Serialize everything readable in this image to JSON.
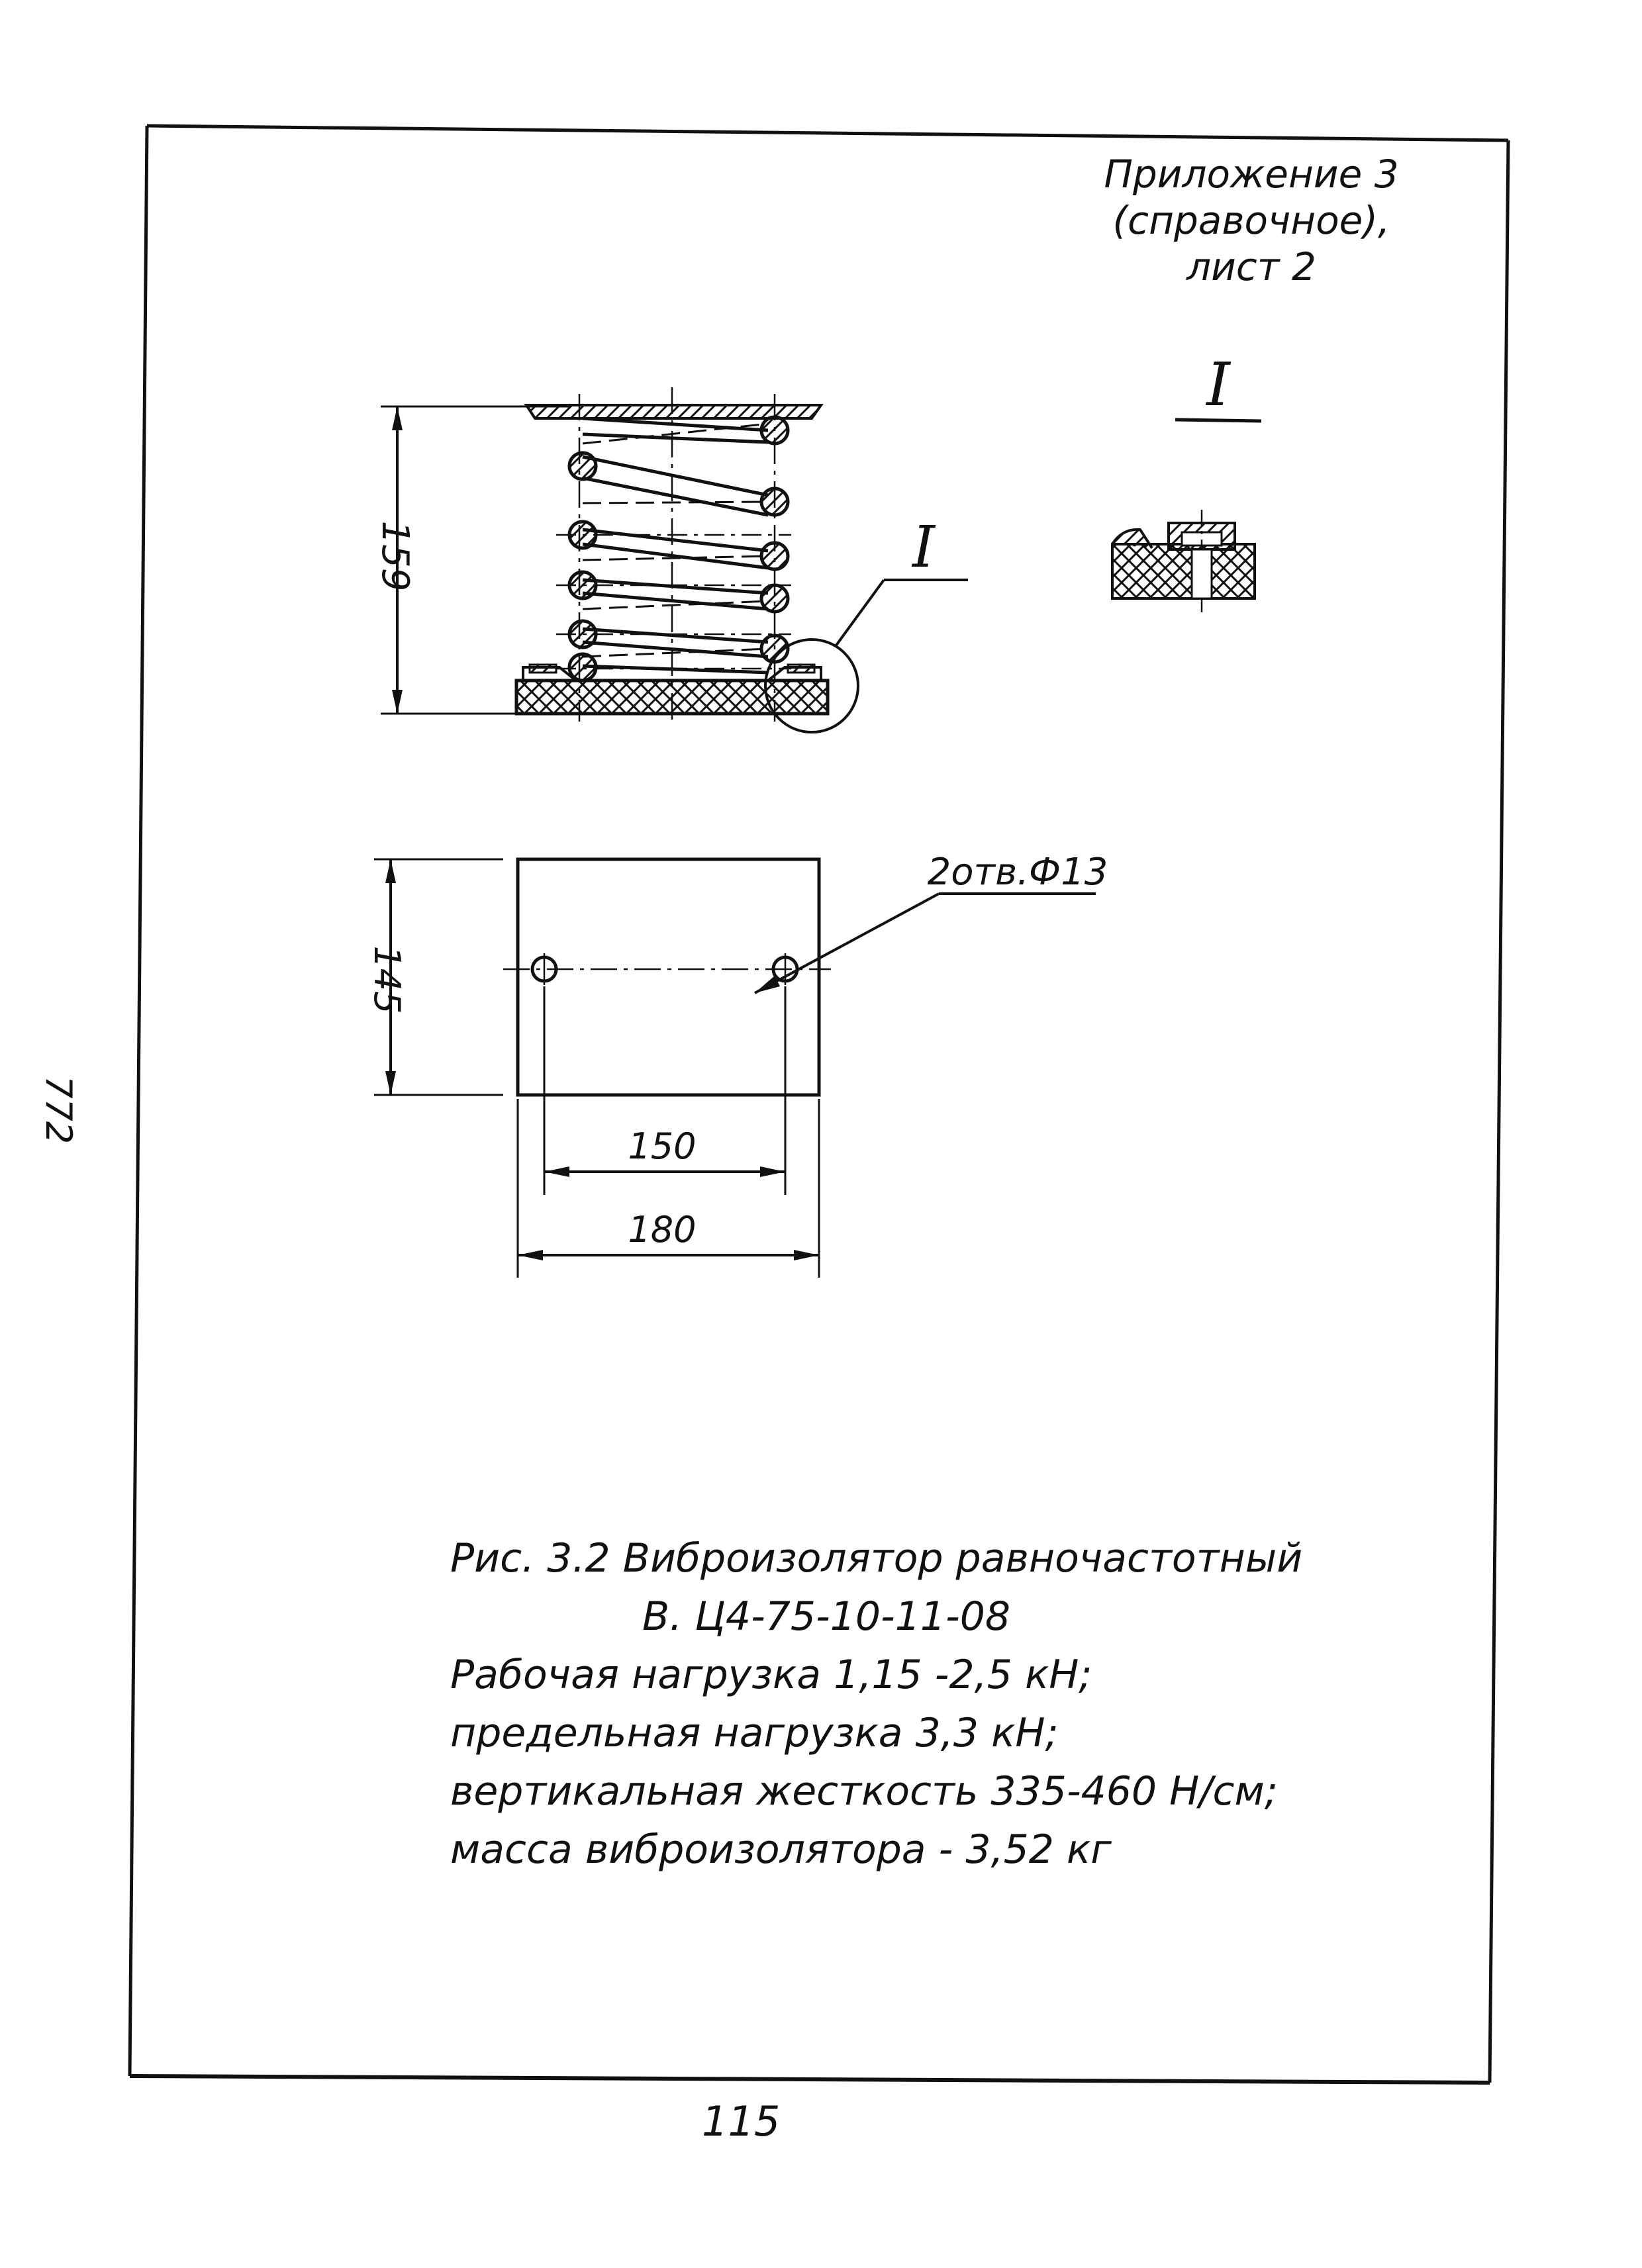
{
  "appendix": {
    "line1": "Приложение 3",
    "line2": "(справочное),",
    "line3": "лист 2"
  },
  "detail_view_label": "I",
  "callout_label": "I",
  "dimensions": {
    "height": "159",
    "plate_width": "145",
    "hole_spacing": "150",
    "plate_length": "180",
    "holes_note": "2отв.Ф13"
  },
  "caption": {
    "figure_title": "Рис. 3.2  Виброизолятор равночастотный",
    "model": "В. Ц4-75-10-11-08",
    "working_load": "Рабочая  нагрузка  1,15 -2,5 кН;",
    "limit_load": "предельная  нагрузка  3,3 кН;",
    "stiffness": "вертикальная  жесткость  335-460 Н/см;",
    "mass": "масса  виброизолятора  - 3,52 кг"
  },
  "page_number": "115",
  "side_mark": "772"
}
